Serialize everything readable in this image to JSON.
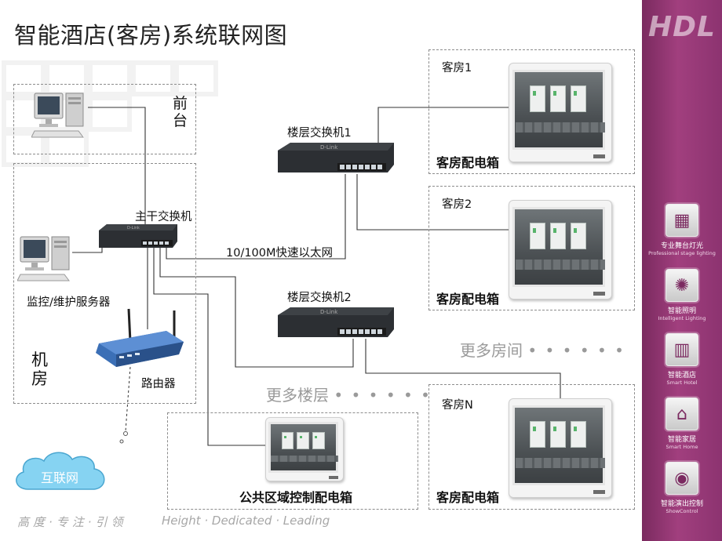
{
  "title": "智能酒店(客房)系统联网图",
  "zones": {
    "front_desk": "前台",
    "machine_room": "机房",
    "room1": "客房1",
    "room2": "客房2",
    "roomN": "客房N"
  },
  "devices": {
    "core_switch": "主干交换机",
    "floor_switch1": "楼层交换机1",
    "floor_switch2": "楼层交换机2",
    "server": "监控/维护服务器",
    "router": "路由器",
    "internet": "互联网",
    "room_box": "客房配电箱",
    "public_box": "公共区域控制配电箱",
    "switch_brand": "D-Link"
  },
  "link_label": "10/100M快速以太网",
  "more_rooms": "更多房间",
  "more_floors": "更多楼层",
  "dots": "• • • • • •",
  "brand": "HDL",
  "sidebar": [
    {
      "zh": "专业舞台灯光",
      "en": "Professional stage lighting",
      "icon": "stage-lighting-icon"
    },
    {
      "zh": "智能照明",
      "en": "Intelligent Lighting",
      "icon": "light-bulb-icon"
    },
    {
      "zh": "智能酒店",
      "en": "Smart Hotel",
      "icon": "hotel-icon"
    },
    {
      "zh": "智能家居",
      "en": "Smart Home",
      "icon": "home-icon"
    },
    {
      "zh": "智能演出控制",
      "en": "ShowControl",
      "icon": "show-control-icon"
    }
  ],
  "footer": {
    "zh": "高度·专注·引领",
    "en": "Height · Dedicated · Leading"
  },
  "colors": {
    "sidebar": "#9a3a78",
    "cloud": "#86d3f2",
    "wire": "#333333"
  }
}
